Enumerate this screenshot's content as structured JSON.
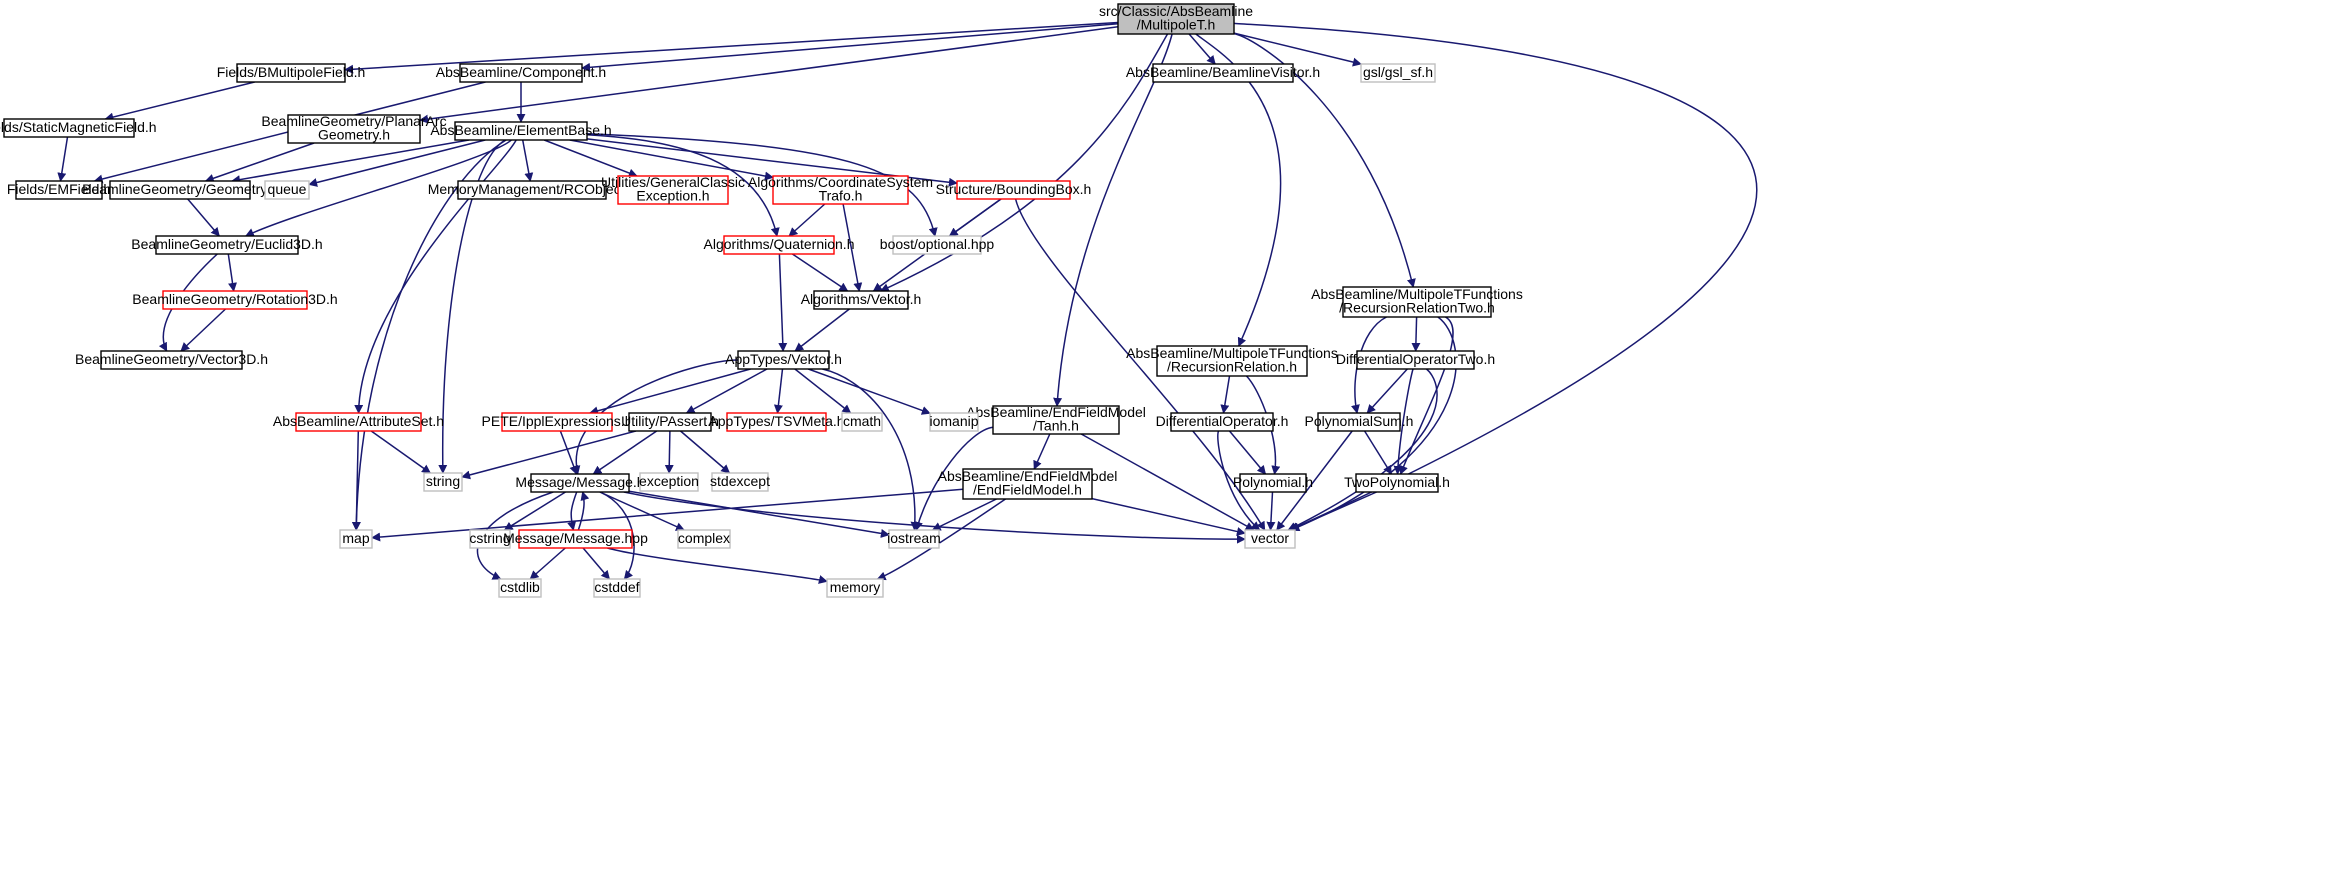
{
  "colors": {
    "edge": "#191970",
    "root_fill": "#bfbfbf",
    "border_normal": "#000000",
    "border_incomplete": "#ff0000",
    "border_external": "#bfbfbf",
    "external_text": "#555555"
  },
  "nodes": [
    {
      "id": "root",
      "lines": [
        "src/Classic/AbsBeamline",
        "/MultipoleT.h"
      ],
      "kind": "root"
    },
    {
      "id": "bmultipole",
      "lines": [
        "Fields/BMultipoleField.h"
      ],
      "kind": "normal"
    },
    {
      "id": "component",
      "lines": [
        "AbsBeamline/Component.h"
      ],
      "kind": "normal"
    },
    {
      "id": "visitor",
      "lines": [
        "AbsBeamline/BeamlineVisitor.h"
      ],
      "kind": "normal"
    },
    {
      "id": "gsl",
      "lines": [
        "gsl/gsl_sf.h"
      ],
      "kind": "external"
    },
    {
      "id": "staticmag",
      "lines": [
        "Fields/StaticMagneticField.h"
      ],
      "kind": "normal"
    },
    {
      "id": "planararc",
      "lines": [
        "BeamlineGeometry/PlanarArc",
        "Geometry.h"
      ],
      "kind": "normal"
    },
    {
      "id": "elementbase",
      "lines": [
        "AbsBeamline/ElementBase.h"
      ],
      "kind": "normal"
    },
    {
      "id": "emfield",
      "lines": [
        "Fields/EMField.h"
      ],
      "kind": "normal"
    },
    {
      "id": "geometry",
      "lines": [
        "BeamlineGeometry/Geometry.h"
      ],
      "kind": "normal"
    },
    {
      "id": "queue",
      "lines": [
        "queue"
      ],
      "kind": "external"
    },
    {
      "id": "rcobject",
      "lines": [
        "MemoryManagement/RCObject.h"
      ],
      "kind": "normal"
    },
    {
      "id": "genclassic",
      "lines": [
        "Utilities/GeneralClassic",
        "Exception.h"
      ],
      "kind": "incomplete"
    },
    {
      "id": "coordtrafo",
      "lines": [
        "Algorithms/CoordinateSystem",
        "Trafo.h"
      ],
      "kind": "incomplete"
    },
    {
      "id": "boundingbox",
      "lines": [
        "Structure/BoundingBox.h"
      ],
      "kind": "incomplete"
    },
    {
      "id": "euclid",
      "lines": [
        "BeamlineGeometry/Euclid3D.h"
      ],
      "kind": "normal"
    },
    {
      "id": "quaternion",
      "lines": [
        "Algorithms/Quaternion.h"
      ],
      "kind": "incomplete"
    },
    {
      "id": "boostopt",
      "lines": [
        "boost/optional.hpp"
      ],
      "kind": "external"
    },
    {
      "id": "rotation",
      "lines": [
        "BeamlineGeometry/Rotation3D.h"
      ],
      "kind": "incomplete"
    },
    {
      "id": "algvektor",
      "lines": [
        "Algorithms/Vektor.h"
      ],
      "kind": "normal"
    },
    {
      "id": "recursiontwo",
      "lines": [
        "AbsBeamline/MultipoleTFunctions",
        "/RecursionRelationTwo.h"
      ],
      "kind": "normal"
    },
    {
      "id": "vector3d",
      "lines": [
        "BeamlineGeometry/Vector3D.h"
      ],
      "kind": "normal"
    },
    {
      "id": "appvektor",
      "lines": [
        "AppTypes/Vektor.h"
      ],
      "kind": "normal"
    },
    {
      "id": "recursion",
      "lines": [
        "AbsBeamline/MultipoleTFunctions",
        "/RecursionRelation.h"
      ],
      "kind": "normal"
    },
    {
      "id": "diffoptwo",
      "lines": [
        "DifferentialOperatorTwo.h"
      ],
      "kind": "normal"
    },
    {
      "id": "tanh",
      "lines": [
        "AbsBeamline/EndFieldModel",
        "/Tanh.h"
      ],
      "kind": "normal"
    },
    {
      "id": "attributeset",
      "lines": [
        "AbsBeamline/AttributeSet.h"
      ],
      "kind": "incomplete"
    },
    {
      "id": "ippl",
      "lines": [
        "PETE/IpplExpressions.h"
      ],
      "kind": "incomplete"
    },
    {
      "id": "passert",
      "lines": [
        "Utility/PAssert.h"
      ],
      "kind": "normal"
    },
    {
      "id": "tsvmeta",
      "lines": [
        "AppTypes/TSVMeta.h"
      ],
      "kind": "incomplete"
    },
    {
      "id": "cmath",
      "lines": [
        "cmath"
      ],
      "kind": "external"
    },
    {
      "id": "iomanip",
      "lines": [
        "iomanip"
      ],
      "kind": "external"
    },
    {
      "id": "diffop",
      "lines": [
        "DifferentialOperator.h"
      ],
      "kind": "normal"
    },
    {
      "id": "polysum",
      "lines": [
        "PolynomialSum.h"
      ],
      "kind": "normal"
    },
    {
      "id": "endfieldmodel",
      "lines": [
        "AbsBeamline/EndFieldModel",
        "/EndFieldModel.h"
      ],
      "kind": "normal"
    },
    {
      "id": "string",
      "lines": [
        "string"
      ],
      "kind": "external"
    },
    {
      "id": "message",
      "lines": [
        "Message/Message.h"
      ],
      "kind": "normal"
    },
    {
      "id": "exception",
      "lines": [
        "exception"
      ],
      "kind": "external"
    },
    {
      "id": "stdexcept",
      "lines": [
        "stdexcept"
      ],
      "kind": "external"
    },
    {
      "id": "polynomial",
      "lines": [
        "Polynomial.h"
      ],
      "kind": "normal"
    },
    {
      "id": "twopoly",
      "lines": [
        "TwoPolynomial.h"
      ],
      "kind": "normal"
    },
    {
      "id": "map",
      "lines": [
        "map"
      ],
      "kind": "external"
    },
    {
      "id": "cstring",
      "lines": [
        "cstring"
      ],
      "kind": "external"
    },
    {
      "id": "messagehpp",
      "lines": [
        "Message/Message.hpp"
      ],
      "kind": "incomplete"
    },
    {
      "id": "complex",
      "lines": [
        "complex"
      ],
      "kind": "external"
    },
    {
      "id": "iostream",
      "lines": [
        "iostream"
      ],
      "kind": "external"
    },
    {
      "id": "vector",
      "lines": [
        "vector"
      ],
      "kind": "external"
    },
    {
      "id": "cstdlib",
      "lines": [
        "cstdlib"
      ],
      "kind": "external"
    },
    {
      "id": "cstddef",
      "lines": [
        "cstddef"
      ],
      "kind": "external"
    },
    {
      "id": "memory",
      "lines": [
        "memory"
      ],
      "kind": "external"
    }
  ],
  "edges": [
    [
      "root",
      "bmultipole"
    ],
    [
      "root",
      "component"
    ],
    [
      "root",
      "planararc"
    ],
    [
      "root",
      "visitor"
    ],
    [
      "root",
      "gsl"
    ],
    [
      "root",
      "algvektor"
    ],
    [
      "root",
      "tanh"
    ],
    [
      "root",
      "recursion"
    ],
    [
      "root",
      "recursiontwo"
    ],
    [
      "root",
      "vector"
    ],
    [
      "bmultipole",
      "staticmag"
    ],
    [
      "staticmag",
      "emfield"
    ],
    [
      "component",
      "emfield"
    ],
    [
      "component",
      "elementbase"
    ],
    [
      "planararc",
      "geometry"
    ],
    [
      "elementbase",
      "geometry"
    ],
    [
      "elementbase",
      "queue"
    ],
    [
      "elementbase",
      "rcobject"
    ],
    [
      "elementbase",
      "genclassic"
    ],
    [
      "elementbase",
      "coordtrafo"
    ],
    [
      "elementbase",
      "boundingbox"
    ],
    [
      "elementbase",
      "euclid"
    ],
    [
      "elementbase",
      "quaternion"
    ],
    [
      "elementbase",
      "boostopt"
    ],
    [
      "elementbase",
      "attributeset"
    ],
    [
      "elementbase",
      "string"
    ],
    [
      "elementbase",
      "map"
    ],
    [
      "geometry",
      "euclid"
    ],
    [
      "euclid",
      "rotation"
    ],
    [
      "euclid",
      "vector3d"
    ],
    [
      "rotation",
      "vector3d"
    ],
    [
      "coordtrafo",
      "quaternion"
    ],
    [
      "coordtrafo",
      "algvektor"
    ],
    [
      "boundingbox",
      "boostopt"
    ],
    [
      "boundingbox",
      "algvektor"
    ],
    [
      "boundingbox",
      "vector"
    ],
    [
      "quaternion",
      "algvektor"
    ],
    [
      "quaternion",
      "appvektor"
    ],
    [
      "algvektor",
      "appvektor"
    ],
    [
      "appvektor",
      "ippl"
    ],
    [
      "appvektor",
      "passert"
    ],
    [
      "appvektor",
      "tsvmeta"
    ],
    [
      "appvektor",
      "cmath"
    ],
    [
      "appvektor",
      "iomanip"
    ],
    [
      "appvektor",
      "message"
    ],
    [
      "appvektor",
      "iostream"
    ],
    [
      "attributeset",
      "string"
    ],
    [
      "attributeset",
      "map"
    ],
    [
      "ippl",
      "message"
    ],
    [
      "passert",
      "string"
    ],
    [
      "passert",
      "exception"
    ],
    [
      "passert",
      "stdexcept"
    ],
    [
      "passert",
      "message"
    ],
    [
      "message",
      "cstring"
    ],
    [
      "message",
      "messagehpp"
    ],
    [
      "message",
      "complex"
    ],
    [
      "message",
      "iostream"
    ],
    [
      "message",
      "vector"
    ],
    [
      "message",
      "cstdlib"
    ],
    [
      "message",
      "cstddef"
    ],
    [
      "messagehpp",
      "message"
    ],
    [
      "messagehpp",
      "cstdlib"
    ],
    [
      "messagehpp",
      "cstddef"
    ],
    [
      "messagehpp",
      "memory"
    ],
    [
      "recursiontwo",
      "diffoptwo"
    ],
    [
      "recursiontwo",
      "polysum"
    ],
    [
      "recursiontwo",
      "twopoly"
    ],
    [
      "recursiontwo",
      "vector"
    ],
    [
      "recursion",
      "diffop"
    ],
    [
      "recursion",
      "polynomial"
    ],
    [
      "diffoptwo",
      "polysum"
    ],
    [
      "diffoptwo",
      "twopoly"
    ],
    [
      "diffoptwo",
      "vector"
    ],
    [
      "diffop",
      "polynomial"
    ],
    [
      "diffop",
      "vector"
    ],
    [
      "polysum",
      "twopoly"
    ],
    [
      "polysum",
      "vector"
    ],
    [
      "twopoly",
      "vector"
    ],
    [
      "polynomial",
      "vector"
    ],
    [
      "tanh",
      "endfieldmodel"
    ],
    [
      "tanh",
      "iostream"
    ],
    [
      "tanh",
      "vector"
    ],
    [
      "endfieldmodel",
      "map"
    ],
    [
      "endfieldmodel",
      "iostream"
    ],
    [
      "endfieldmodel",
      "vector"
    ],
    [
      "endfieldmodel",
      "memory"
    ]
  ]
}
